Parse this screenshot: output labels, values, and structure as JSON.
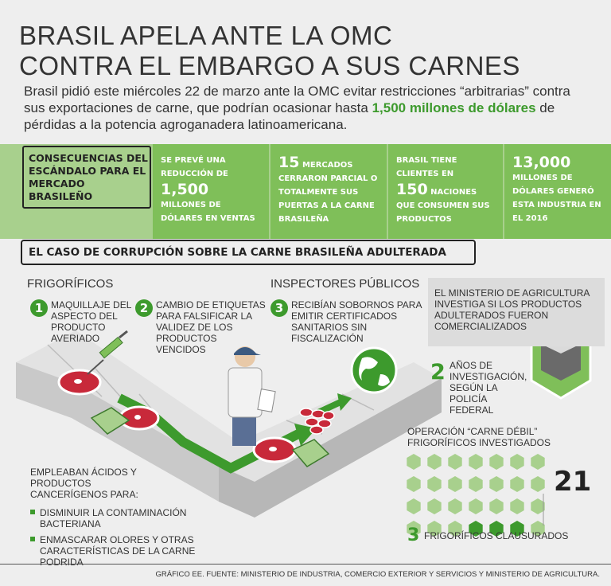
{
  "title": {
    "line1": "BRASIL APELA ANTE LA OMC",
    "line2": "CONTRA EL EMBARGO A SUS CARNES"
  },
  "intro": {
    "part1": "Brasil pidió este miércoles 22 de marzo ante la OMC evitar restricciones “arbitrarias” contra sus exportaciones de carne, que podrían ocasionar hasta ",
    "highlight": "1,500 millones de dólares",
    "part2": " de pérdidas a la potencia agroganadera latinoamericana."
  },
  "consequences": {
    "label": "CONSECUENCIAS DEL ESCÁNDALO PARA EL MERCADO BRASILEÑO",
    "stats": [
      {
        "pre": "SE PREVÉ UNA REDUCCIÓN DE",
        "big": "1,500",
        "post": "MILLONES DE DÓLARES EN VENTAS"
      },
      {
        "big": "15",
        "inline": "MERCADOS",
        "post": "CERRARON PARCIAL O TOTALMENTE SUS PUERTAS A LA CARNE BRASILEÑA"
      },
      {
        "pre": "BRASIL TIENE CLIENTES EN",
        "big": "150",
        "inline": "NACIONES",
        "post": "QUE CONSUMEN SUS PRODUCTOS"
      },
      {
        "big": "13,000",
        "post": "MILLONES DE DÓLARES GENERÓ ESTA INDUSTRIA EN EL 2016"
      }
    ]
  },
  "case": {
    "title": "EL CASO DE CORRUPCIÓN SOBRE LA CARNE BRASILEÑA ADULTERADA",
    "frigorificos": "FRIGORÍFICOS",
    "inspectores": "INSPECTORES PÚBLICOS",
    "steps": [
      {
        "num": "1",
        "text": "MAQUILLAJE DEL ASPECTO DEL PRODUCTO AVERIADO"
      },
      {
        "num": "2",
        "text": "CAMBIO DE ETIQUETAS PARA FALSIFICAR LA VALIDEZ DE LOS PRODUCTOS VENCIDOS"
      },
      {
        "num": "3",
        "text": "RECIBÍAN SOBORNOS PARA EMITIR CERTIFICADOS SANITARIOS SIN FISCALIZACIÓN"
      }
    ],
    "acids": "EMPLEABAN ÁCIDOS Y PRODUCTOS CANCERÍGENOS PARA:",
    "bullets": [
      "DISMINUIR LA CONTAMINACIÓN BACTERIANA",
      "ENMASCARAR OLORES Y OTRAS CARACTERÍSTICAS DE LA CARNE PODRIDA"
    ],
    "ministry": "EL MINISTERIO DE AGRICULTURA INVESTIGA SI LOS PRODUCTOS ADULTERADOS FUERON COMERCIALIZADOS",
    "years_num": "2",
    "years_text": "AÑOS DE INVESTIGACIÓN, SEGÚN LA POLICÍA FEDERAL",
    "operation": "OPERACIÓN “CARNE DÉBIL” FRIGORÍFICOS INVESTIGADOS",
    "investigated_count": "21",
    "closed_num": "3",
    "closed_text": "FRIGORÍFICOS CLAUSURADOS"
  },
  "footer": "GRÁFICO EE. FUENTE: MINISTERIO DE INDUSTRIA, COMERCIO EXTERIOR Y SERVICIOS Y MINISTERIO DE AGRICULTURA.",
  "colors": {
    "green_dark": "#3d9a2d",
    "green_mid": "#7fbf59",
    "green_light": "#a8d08d",
    "meat": "#c8293a"
  }
}
